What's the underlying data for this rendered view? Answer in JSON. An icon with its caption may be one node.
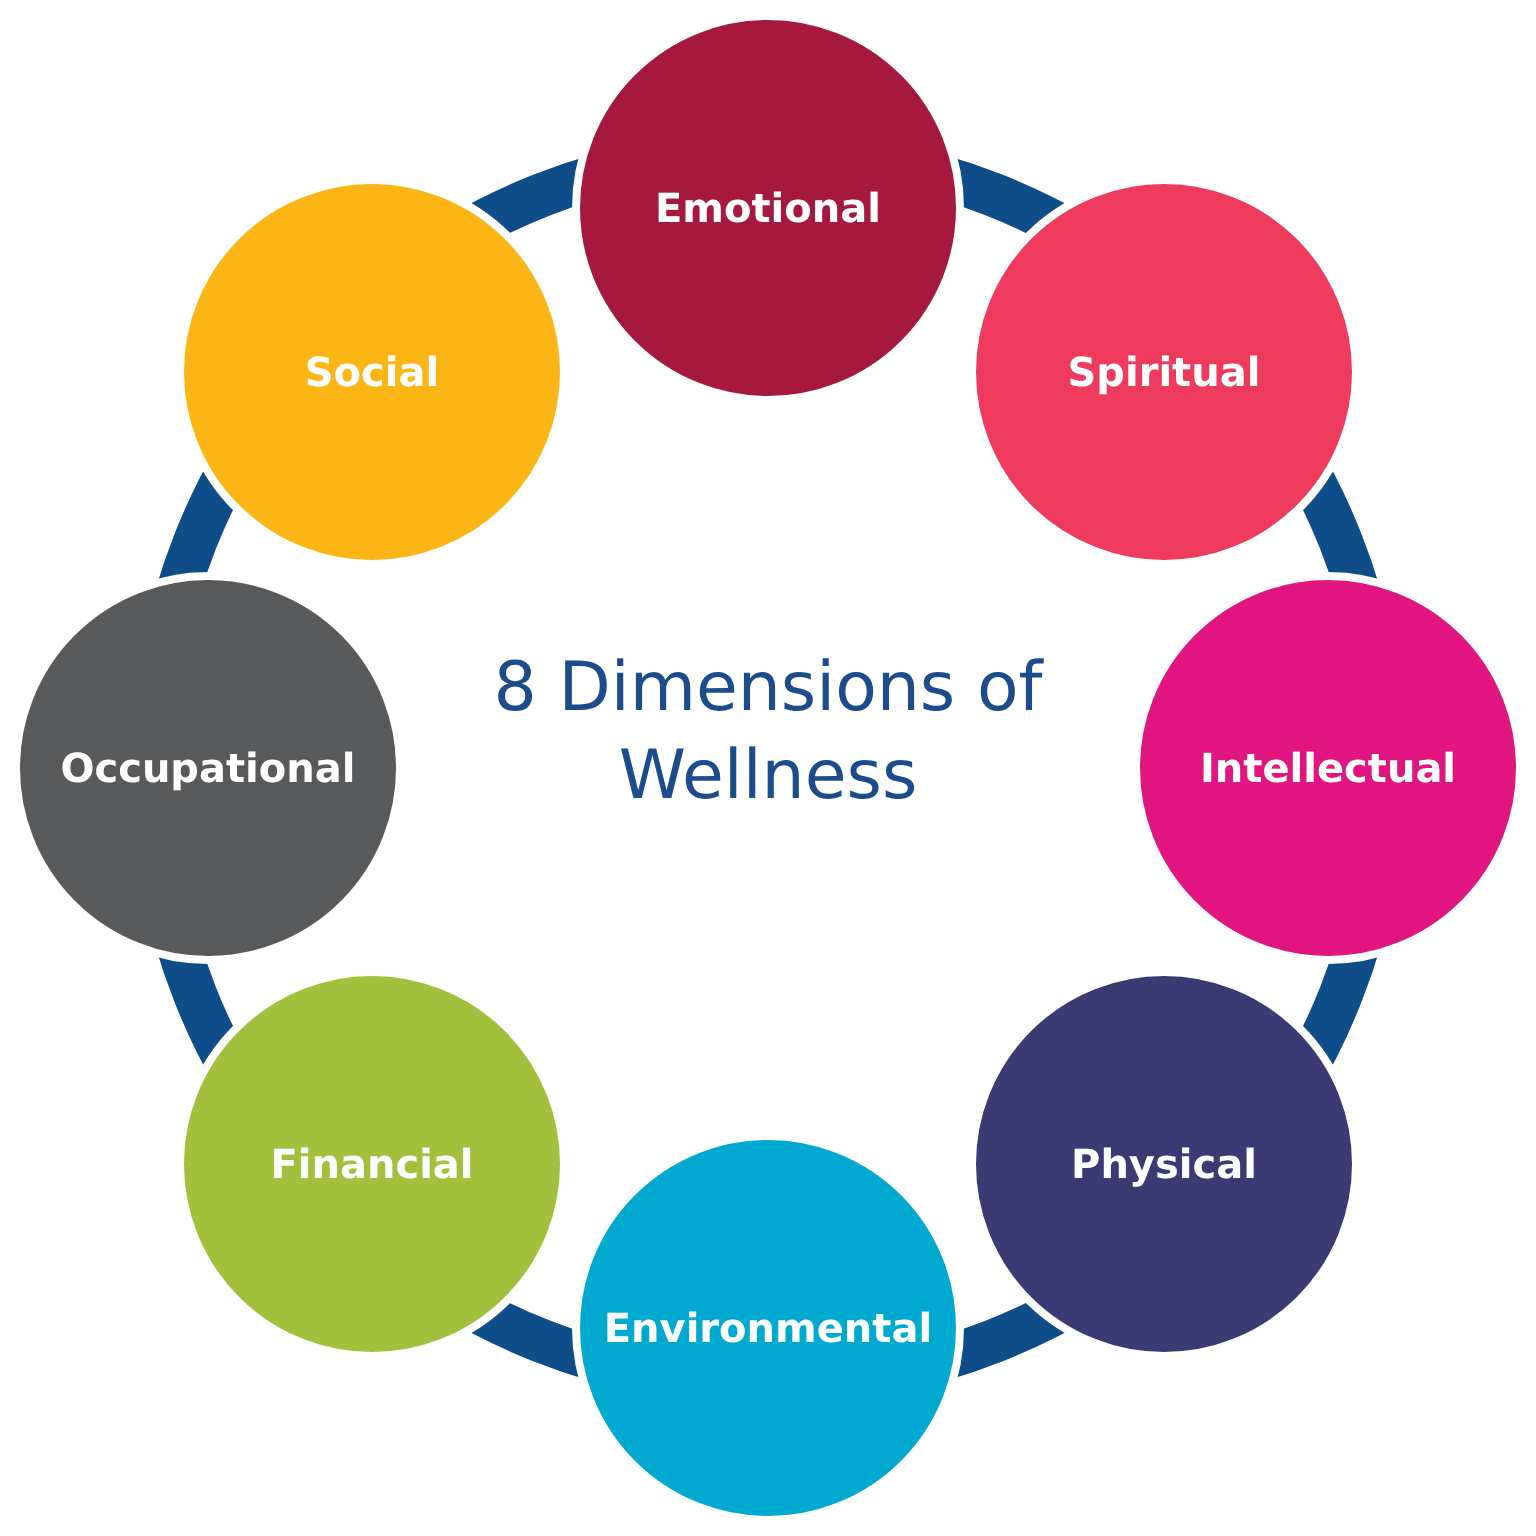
{
  "diagram": {
    "title": "8 Dimensions of Wellness",
    "nodes": [
      {
        "text": [
          "Emotional"
        ]
      },
      {
        "text": [
          "Spiritual"
        ]
      },
      {
        "text": [
          "Intellectual"
        ]
      },
      {
        "text": [
          "Physical"
        ]
      },
      {
        "text": [
          "Environmental"
        ]
      },
      {
        "text": [
          "Financial"
        ]
      },
      {
        "text": [
          "Occupational"
        ]
      },
      {
        "text": [
          "Social"
        ]
      }
    ]
  }
}
